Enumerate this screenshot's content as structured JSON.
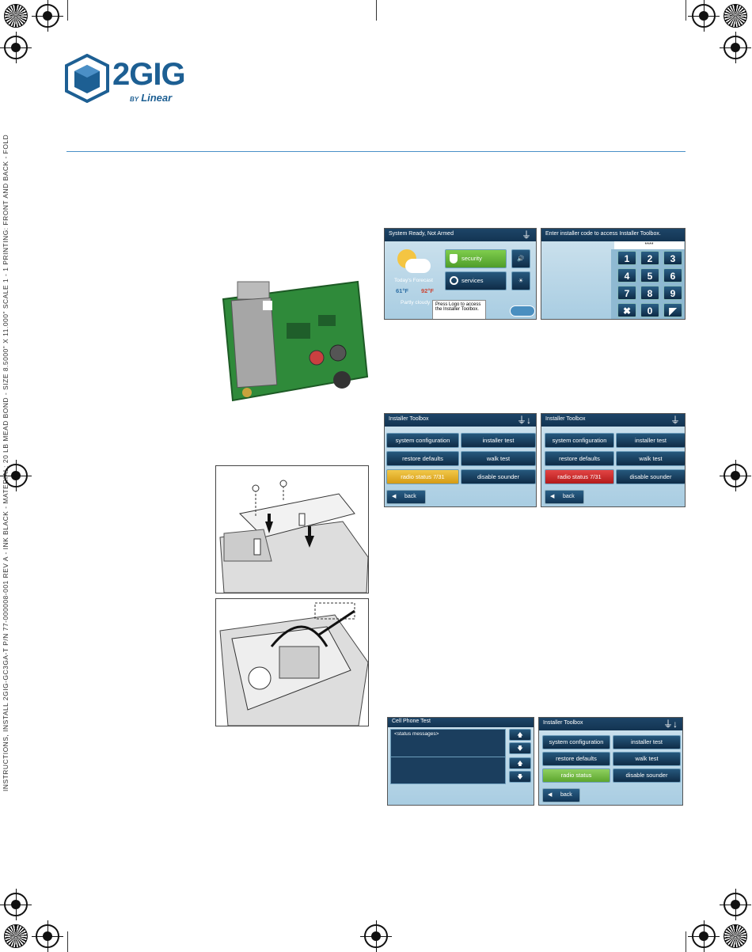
{
  "logo": {
    "brand": "2GIG",
    "by": "BY",
    "linear": "Linear"
  },
  "side_text": "INSTRUCTIONS, INSTALL 2GIG-GC3GA-T P/N 77-000008-001 REV A - INK BLACK - MATERIAL: 20 LB MEAD BOND - SIZE 8.5000\" X 11.000\" SCALE 1 - 1 PRINTING: FRONT AND BACK - FOLD",
  "home_screen": {
    "status": "System Ready, Not Armed",
    "security": "security",
    "services": "services",
    "forecast_label": "Today's Forecast",
    "temp_low": "61°F",
    "temp_high": "92°F",
    "conditions": "Partly cloudy",
    "tooltip_line1": "Press Logo to access",
    "tooltip_line2": "the Installer Toolbox."
  },
  "keypad_screen": {
    "prompt": "Enter installer code to access Installer Toolbox.",
    "code": "****",
    "keys": [
      "1",
      "2",
      "3",
      "4",
      "5",
      "6",
      "7",
      "8",
      "9",
      "0"
    ]
  },
  "toolbox": {
    "title": "Installer Toolbox",
    "system_configuration": "system configuration",
    "installer_test": "installer test",
    "restore_defaults": "restore defaults",
    "walk_test": "walk test",
    "radio_status": "radio status",
    "radio_status_value": "7/31",
    "disable_sounder": "disable sounder",
    "back": "back"
  },
  "cell_test": {
    "title": "Cell Phone Test",
    "status_messages": "<status messages>"
  },
  "colors": {
    "accent": "#1d5f93",
    "radio_yellow": "#e6b323",
    "radio_red": "#d22a2a",
    "radio_green": "#6db33f"
  }
}
